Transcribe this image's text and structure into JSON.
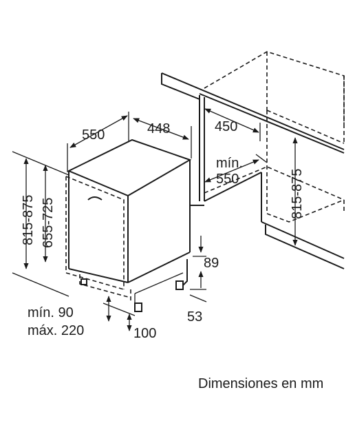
{
  "caption": "Dimensiones en mm",
  "labels": {
    "depth": "550",
    "width": "448",
    "niche_depth": "450",
    "min_label": "mín.",
    "niche_width_min": "550",
    "height_range": "815-875",
    "height_adjust": "655-725",
    "niche_height_range": "815-875",
    "plinth_height": "89",
    "foot_offset": "53",
    "plinth_min": "mín. 90",
    "plinth_max": "máx. 220",
    "plinth_depth": "100"
  }
}
